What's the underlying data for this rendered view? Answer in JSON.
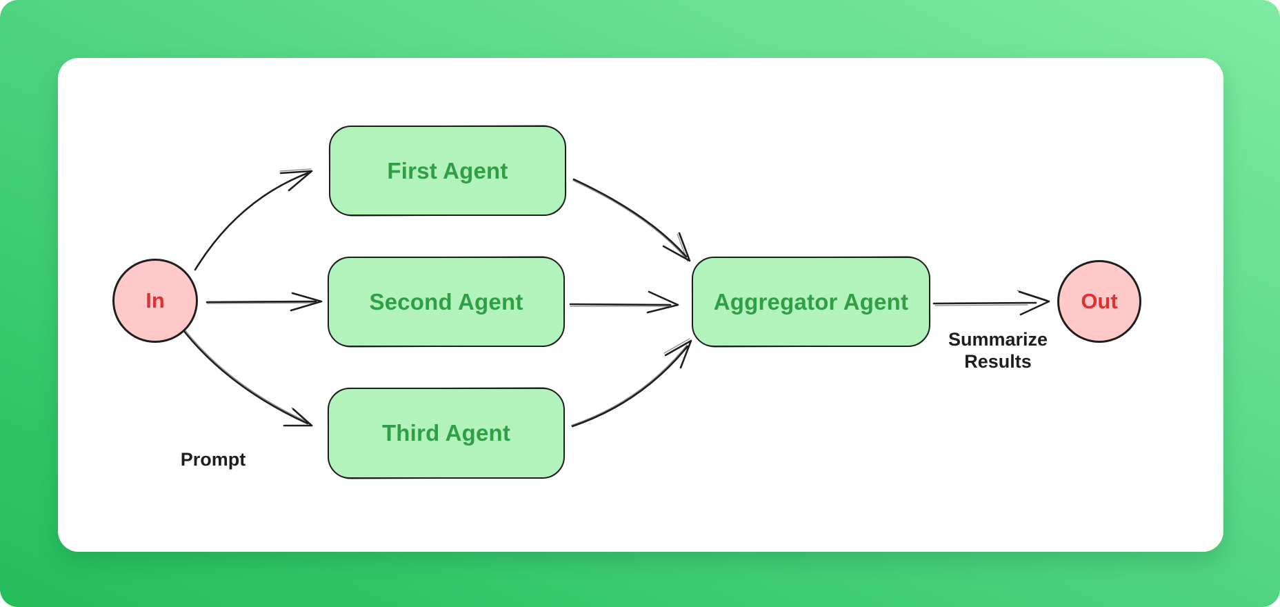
{
  "canvas": {
    "background_gradient": [
      "#24BD5A",
      "#80EAA2"
    ],
    "card_color": "#ffffff",
    "stroke_color": "#1e1e1e"
  },
  "diagram": {
    "style": "hand-drawn-flowchart",
    "nodes": [
      {
        "id": "in",
        "label": "In",
        "shape": "circle",
        "fill": "#FFC9C9",
        "text_color": "#E03131"
      },
      {
        "id": "first-agent",
        "label": "First Agent",
        "shape": "rounded-rect",
        "fill": "#B2F2BB",
        "text_color": "#2F9E44"
      },
      {
        "id": "second-agent",
        "label": "Second Agent",
        "shape": "rounded-rect",
        "fill": "#B2F2BB",
        "text_color": "#2F9E44"
      },
      {
        "id": "third-agent",
        "label": "Third Agent",
        "shape": "rounded-rect",
        "fill": "#B2F2BB",
        "text_color": "#2F9E44"
      },
      {
        "id": "aggregator-agent",
        "label": "Aggregator Agent",
        "shape": "rounded-rect",
        "fill": "#B2F2BB",
        "text_color": "#2F9E44"
      },
      {
        "id": "out",
        "label": "Out",
        "shape": "circle",
        "fill": "#FFC9C9",
        "text_color": "#E03131"
      }
    ],
    "edges": [
      {
        "from": "in",
        "to": "first-agent",
        "label": ""
      },
      {
        "from": "in",
        "to": "second-agent",
        "label": ""
      },
      {
        "from": "in",
        "to": "third-agent",
        "label": "Prompt"
      },
      {
        "from": "first-agent",
        "to": "aggregator-agent",
        "label": ""
      },
      {
        "from": "second-agent",
        "to": "aggregator-agent",
        "label": ""
      },
      {
        "from": "third-agent",
        "to": "aggregator-agent",
        "label": ""
      },
      {
        "from": "aggregator-agent",
        "to": "out",
        "label": "Summarize Results"
      }
    ],
    "labels": {
      "prompt": "Prompt",
      "summarize_results": "Summarize Results"
    }
  }
}
